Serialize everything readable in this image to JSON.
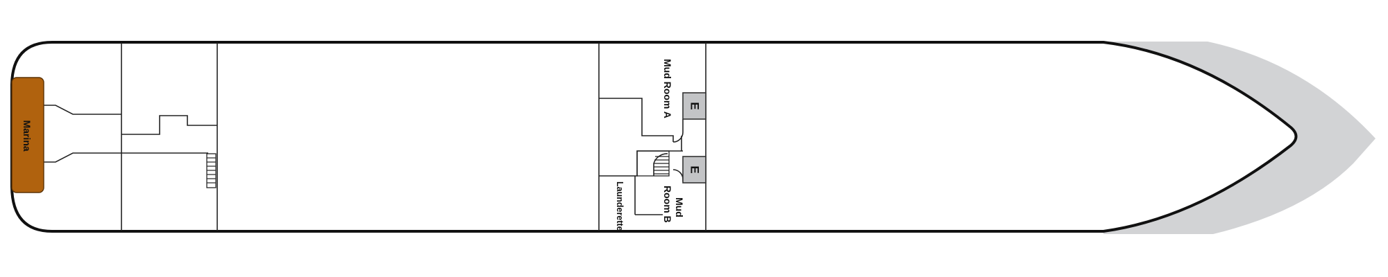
{
  "diagram": {
    "zones": {
      "marina": "Marina",
      "mud_room_a": "Mud Room A",
      "mud_room_b_line1": "Mud",
      "mud_room_b_line2": "Room B",
      "launderette": "Launderette"
    },
    "elevator_label": "E",
    "colors": {
      "marina_fill": "#b0620e",
      "bow_wash": "#d2d3d5",
      "elevator_fill": "#c3c4c6",
      "hull_stroke": "#111111"
    },
    "icons": [
      "stairs-icon",
      "elevator-icon",
      "door-swing-icon"
    ]
  }
}
